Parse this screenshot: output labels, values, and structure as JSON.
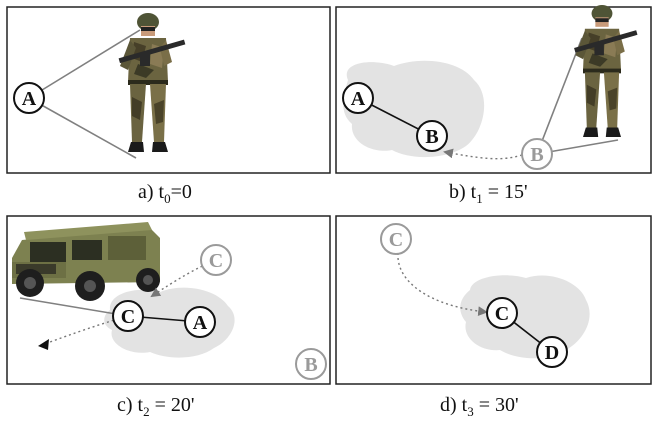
{
  "panels": [
    {
      "id": "a",
      "caption_prefix": "a) t",
      "caption_sub": "0",
      "caption_suffix": "=0",
      "nodes": [
        {
          "label": "A"
        }
      ]
    },
    {
      "id": "b",
      "caption_prefix": "b) t",
      "caption_sub": "1",
      "caption_suffix": " = 15'",
      "nodes": [
        {
          "label": "A"
        },
        {
          "label": "B"
        },
        {
          "label": "B"
        }
      ]
    },
    {
      "id": "c",
      "caption_prefix": "c) t",
      "caption_sub": "2",
      "caption_suffix": " = 20'",
      "nodes": [
        {
          "label": "C"
        },
        {
          "label": "C"
        },
        {
          "label": "A"
        },
        {
          "label": "B"
        }
      ]
    },
    {
      "id": "d",
      "caption_prefix": "d) t",
      "caption_sub": "3",
      "caption_suffix": " = 30'",
      "nodes": [
        {
          "label": "C"
        },
        {
          "label": "C"
        },
        {
          "label": "D"
        }
      ]
    }
  ],
  "colors": {
    "active_node": "#111111",
    "ghost_node": "#9a9a9a",
    "coverage_cloud": "#e3e3e3",
    "vehicle": "#7d8150"
  },
  "icons": [
    "soldier-figure",
    "military-vehicle",
    "direction-arrowhead"
  ]
}
